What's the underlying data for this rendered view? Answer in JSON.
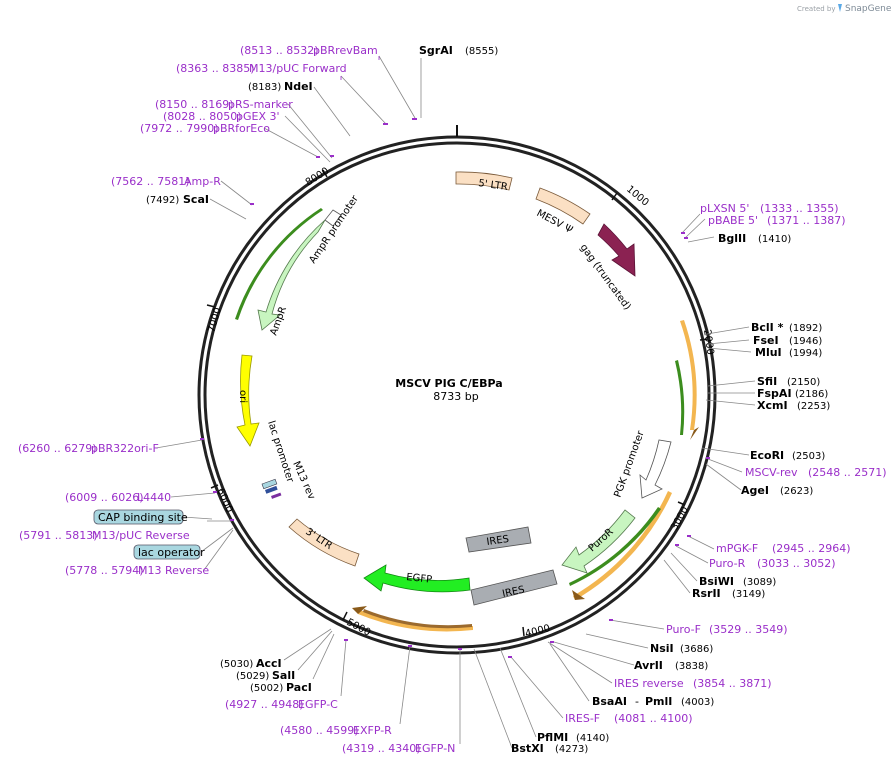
{
  "brand": {
    "prefix": "Created by",
    "name": "SnapGene"
  },
  "plasmid": {
    "name": "MSCV PIG C/EBPa",
    "length": "8733 bp"
  },
  "ticks": [
    "1000",
    "2000",
    "3000",
    "4000",
    "5000",
    "6000",
    "7000",
    "8000"
  ],
  "features": {
    "ltr5": "5' LTR",
    "msv_psi": "MESV Ψ",
    "gag": "gag (truncated)",
    "pgk_promoter": "PGK promoter",
    "puror": "PuroR",
    "ires_inner": "IRES",
    "ires_outer": "IRES",
    "egfp": "EGFP",
    "ltr3": "3' LTR",
    "ampr": "AmpR",
    "ampr_promoter": "AmpR promoter",
    "ori": "ori",
    "lac_promoter": "lac promoter",
    "m13rev": "M13 rev"
  },
  "boxes": {
    "cap": "CAP binding site",
    "lacop": "lac operator"
  },
  "labels": {
    "sgrai": {
      "name": "SgrAI",
      "pos": "(8555)"
    },
    "pbrrevbam": {
      "name": "pBRrevBam",
      "pos": "(8513 .. 8532)"
    },
    "m13puc_fwd": {
      "name": "M13/pUC Forward",
      "pos": "(8363 .. 8385)"
    },
    "ndei": {
      "name": "NdeI",
      "pos": "(8183)"
    },
    "prs": {
      "name": "pRS-marker",
      "pos": "(8150 .. 8169)"
    },
    "pgex": {
      "name": "pGEX 3'",
      "pos": "(8028 .. 8050)"
    },
    "pbrforeco": {
      "name": "pBRforEco",
      "pos": "(7972 .. 7990)"
    },
    "ampr_primer": {
      "name": "Amp-R",
      "pos": "(7562 .. 7581)"
    },
    "scai": {
      "name": "ScaI",
      "pos": "(7492)"
    },
    "pbr322ori": {
      "name": "pBR322ori-F",
      "pos": "(6260 .. 6279)"
    },
    "l4440": {
      "name": "L4440",
      "pos": "(6009 .. 6026)"
    },
    "m13puc_rev": {
      "name": "M13/pUC Reverse",
      "pos": "(5791 .. 5813)"
    },
    "m13_reverse": {
      "name": "M13 Reverse",
      "pos": "(5778 .. 5794)"
    },
    "plxsn": {
      "name": "pLXSN 5'",
      "pos": "(1333 .. 1355)"
    },
    "pbabe": {
      "name": "pBABE 5'",
      "pos": "(1371 .. 1387)"
    },
    "bglii": {
      "name": "BglII",
      "pos": "(1410)"
    },
    "bcli": {
      "name": "BclI *",
      "pos": "(1892)"
    },
    "fsei": {
      "name": "FseI",
      "pos": "(1946)"
    },
    "mlui": {
      "name": "MluI",
      "pos": "(1994)"
    },
    "sfii": {
      "name": "SfiI",
      "pos": "(2150)"
    },
    "fspai": {
      "name": "FspAI",
      "pos": "(2186)"
    },
    "xcmi": {
      "name": "XcmI",
      "pos": "(2253)"
    },
    "ecori": {
      "name": "EcoRI",
      "pos": "(2503)"
    },
    "mscvrev": {
      "name": "MSCV-rev",
      "pos": "(2548 .. 2571)"
    },
    "agei": {
      "name": "AgeI",
      "pos": "(2623)"
    },
    "mpgk": {
      "name": "mPGK-F",
      "pos": "(2945 .. 2964)"
    },
    "puro_r": {
      "name": "Puro-R",
      "pos": "(3033 .. 3052)"
    },
    "bsiwi": {
      "name": "BsiWI",
      "pos": "(3089)"
    },
    "rsrii": {
      "name": "RsrII",
      "pos": "(3149)"
    },
    "puro_f": {
      "name": "Puro-F",
      "pos": "(3529 .. 3549)"
    },
    "nsii": {
      "name": "NsiI",
      "pos": "(3686)"
    },
    "avrii": {
      "name": "AvrII",
      "pos": "(3838)"
    },
    "ires_rev": {
      "name": "IRES reverse",
      "pos": "(3854 .. 3871)"
    },
    "bsaai": {
      "name": "BsaAI",
      "sep": "-",
      "name2": "PmlI",
      "pos": "(4003)"
    },
    "ires_f": {
      "name": "IRES-F",
      "pos": "(4081 .. 4100)"
    },
    "pflmi": {
      "name": "PflMI",
      "pos": "(4140)"
    },
    "bstxi": {
      "name": "BstXI",
      "pos": "(4273)"
    },
    "egfp_n": {
      "name": "EGFP-N",
      "pos": "(4319 .. 4340)"
    },
    "exfp_r": {
      "name": "EXFP-R",
      "pos": "(4580 .. 4599)"
    },
    "egfp_c": {
      "name": "EGFP-C",
      "pos": "(4927 .. 4948)"
    },
    "acci": {
      "name": "AccI",
      "pos": "(5030)"
    },
    "sali": {
      "name": "SalI",
      "pos": "(5029)"
    },
    "paci": {
      "name": "PacI",
      "pos": "(5002)"
    }
  },
  "colors": {
    "primer": "#9a2fc9",
    "ltr": "#fbe0c4",
    "gag": "#8b2252",
    "promoter": "#ffffff",
    "resistance": "#c8f5c0",
    "ires": "#a9adb2",
    "egfp": "#22ee22",
    "ori": "#ffff00",
    "orf": "#f3b650",
    "orf_green": "#3c8d1e",
    "box": "#a9d7e0"
  }
}
